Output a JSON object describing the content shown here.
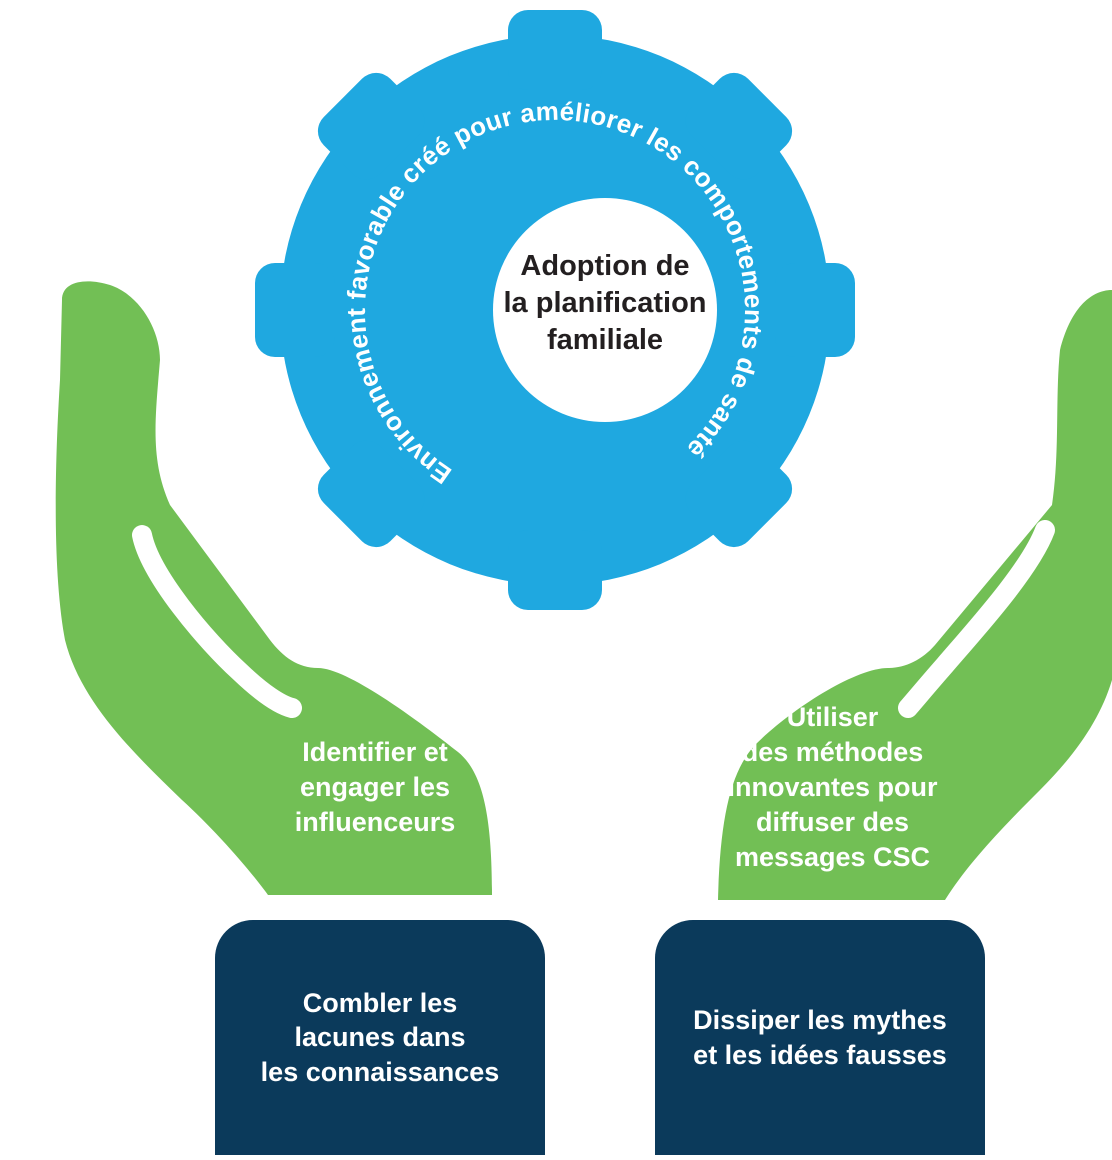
{
  "colors": {
    "gear": "#1fa8e0",
    "hand": "#72bf55",
    "box": "#0b3a5b",
    "center": "#ffffff",
    "ring_text": "#ffffff",
    "center_text": "#231f20"
  },
  "gear": {
    "ring_text": "Environnement favorable créé pour améliorer les comportements de santé",
    "center_text": "Adoption de\nla planification\nfamiliale"
  },
  "hands": {
    "left_text": "Identifier et\nengager les\ninfluenceurs",
    "right_text": "Utiliser\ndes méthodes\ninnovantes pour\ndiffuser des\nmessages CSC"
  },
  "boxes": {
    "left_text": "Combler les\nlacunes dans\nles connaissances",
    "right_text": "Dissiper les mythes\net les idées fausses"
  }
}
